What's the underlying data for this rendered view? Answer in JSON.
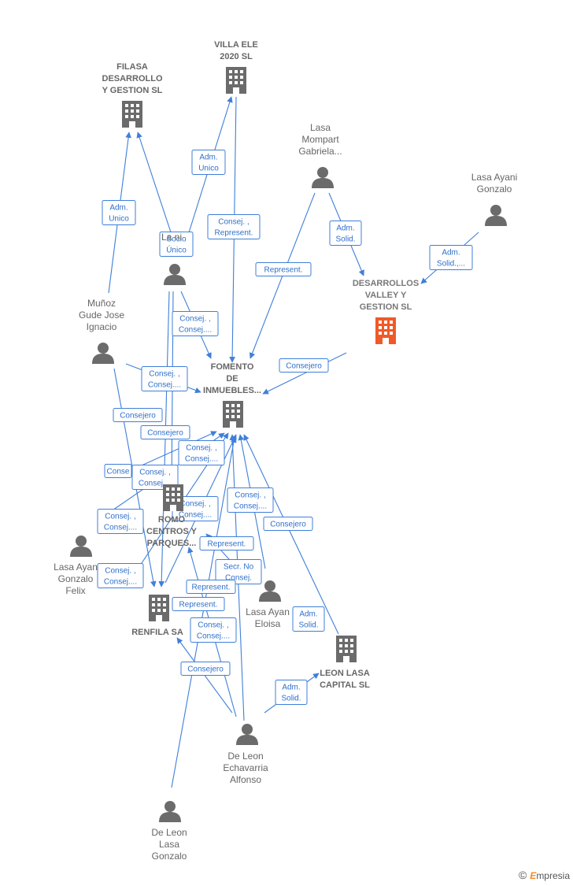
{
  "nodes": [
    {
      "id": "villa",
      "type": "company",
      "lines": [
        "VILLA ELE",
        "2020  SL"
      ]
    },
    {
      "id": "filasa",
      "type": "company",
      "lines": [
        "FILASA",
        "DESARROLLO",
        "Y GESTION  SL"
      ]
    },
    {
      "id": "lasa_mompart",
      "type": "person",
      "lines": [
        "Lasa",
        "Mompart",
        "Gabriela..."
      ]
    },
    {
      "id": "lasa_ayani_gonzalo",
      "type": "person",
      "lines": [
        "Lasa Ayani",
        "Gonzalo"
      ]
    },
    {
      "id": "desarrollos",
      "type": "company",
      "focus": true,
      "lines": [
        "DESARROLLOS",
        "VALLEY Y",
        "GESTION  SL"
      ]
    },
    {
      "id": "la_ni",
      "type": "person",
      "lines": [
        "La          ni"
      ]
    },
    {
      "id": "munoz",
      "type": "person",
      "lines": [
        "Muñoz",
        "Gude Jose",
        "Ignacio"
      ]
    },
    {
      "id": "fomento",
      "type": "company",
      "lines": [
        "FOMENTO",
        "DE",
        "INMUEBLES..."
      ]
    },
    {
      "id": "promo",
      "type": "company",
      "lines": [
        "ROMO",
        "CENTROS Y",
        "PARQUES..."
      ]
    },
    {
      "id": "lasa_felix",
      "type": "person",
      "lines": [
        "Lasa Ayan",
        "Gonzalo",
        "Felix"
      ]
    },
    {
      "id": "renfila",
      "type": "company",
      "lines": [
        "RENFILA SA"
      ]
    },
    {
      "id": "lasa_eloisa",
      "type": "person",
      "lines": [
        "Lasa Ayan",
        "Eloisa"
      ]
    },
    {
      "id": "leon_lasa",
      "type": "company",
      "lines": [
        "LEON LASA",
        "CAPITAL  SL"
      ]
    },
    {
      "id": "de_leon_alfonso",
      "type": "person",
      "lines": [
        "De Leon",
        "Echavarria",
        "Alfonso"
      ]
    },
    {
      "id": "de_leon_gonzalo",
      "type": "person",
      "lines": [
        "De Leon",
        "Lasa",
        "Gonzalo"
      ]
    }
  ],
  "edges": [
    {
      "id": "e1",
      "lines": [
        "Adm.",
        "Unico"
      ]
    },
    {
      "id": "e2",
      "lines": [
        "Adm.",
        "Unico"
      ]
    },
    {
      "id": "e3",
      "lines": [
        "Socio",
        "Único"
      ]
    },
    {
      "id": "e4",
      "lines": [
        "Consej. ,",
        "Represent."
      ]
    },
    {
      "id": "e5",
      "lines": [
        "Represent."
      ]
    },
    {
      "id": "e6",
      "lines": [
        "Adm.",
        "Solid."
      ]
    },
    {
      "id": "e7",
      "lines": [
        "Adm.",
        "Solid.,..."
      ]
    },
    {
      "id": "e8",
      "lines": [
        "Consejero"
      ]
    },
    {
      "id": "e9",
      "lines": [
        "Consej. ,",
        "Consej...."
      ]
    },
    {
      "id": "e10",
      "lines": [
        "Consej. ,",
        "Consej...."
      ]
    },
    {
      "id": "e11",
      "lines": [
        "Consejero"
      ]
    },
    {
      "id": "e12",
      "lines": [
        "Consejero"
      ]
    },
    {
      "id": "e13",
      "lines": [
        "Consej. ,",
        "Consej...."
      ]
    },
    {
      "id": "e14",
      "lines": [
        "Conse"
      ]
    },
    {
      "id": "e15",
      "lines": [
        "Consej. ,",
        "Consej...."
      ]
    },
    {
      "id": "e16",
      "lines": [
        "Consej. ,",
        "Consej...."
      ]
    },
    {
      "id": "e17",
      "lines": [
        "Consej. ,",
        "Consej...."
      ]
    },
    {
      "id": "e18",
      "lines": [
        "Consej. ,",
        "Consej...."
      ]
    },
    {
      "id": "e19",
      "lines": [
        "Consejero"
      ]
    },
    {
      "id": "e20",
      "lines": [
        "Represent."
      ]
    },
    {
      "id": "e21",
      "lines": [
        "Consej. ,",
        "Consej...."
      ]
    },
    {
      "id": "e22",
      "lines": [
        "Secr.  No",
        "Consej."
      ]
    },
    {
      "id": "e23",
      "lines": [
        "Represent."
      ]
    },
    {
      "id": "e24",
      "lines": [
        "Represent."
      ]
    },
    {
      "id": "e25",
      "lines": [
        "Adm.",
        "Solid."
      ]
    },
    {
      "id": "e26",
      "lines": [
        "Consej. ,",
        "Consej...."
      ]
    },
    {
      "id": "e27",
      "lines": [
        "Consejero"
      ]
    },
    {
      "id": "e28",
      "lines": [
        "Adm.",
        "Solid."
      ]
    }
  ],
  "colors": {
    "edge": "#3f7fd9",
    "node": "#6b6b6b",
    "focus": "#f05a28"
  },
  "watermark": {
    "symbol": "©",
    "brand_initial": "E",
    "brand_rest": "mpresia"
  }
}
